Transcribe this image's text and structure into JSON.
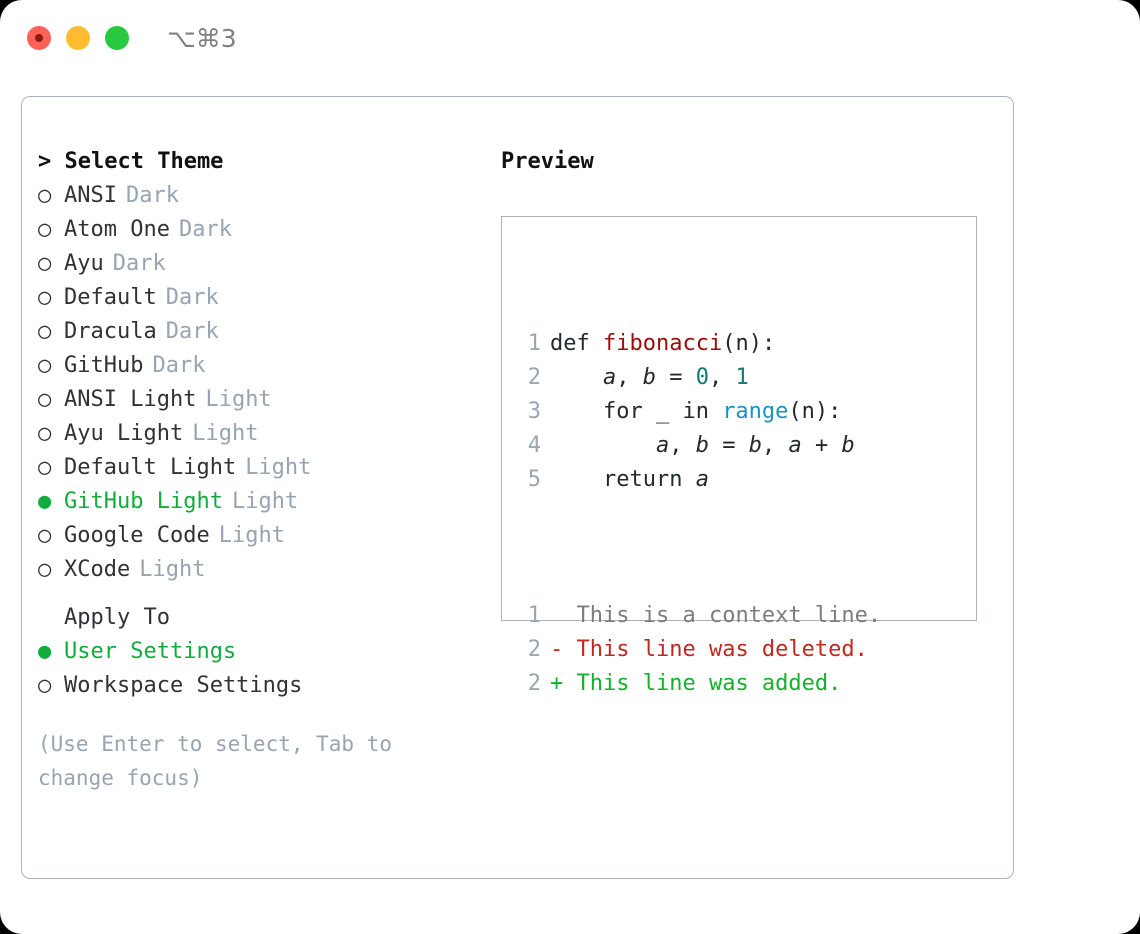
{
  "titlebar": {
    "shortcut": "⌥⌘3",
    "buttons": [
      {
        "name": "close",
        "color": "#ff6057"
      },
      {
        "name": "minimize",
        "color": "#febc2e"
      },
      {
        "name": "maximize",
        "color": "#28c840"
      }
    ]
  },
  "theme_picker": {
    "header": "> Select Theme",
    "marker_unselected": "○",
    "marker_selected": "●",
    "options": [
      {
        "label": "ANSI",
        "tag": "Dark",
        "selected": false
      },
      {
        "label": "Atom One",
        "tag": "Dark",
        "selected": false
      },
      {
        "label": "Ayu",
        "tag": "Dark",
        "selected": false
      },
      {
        "label": "Default",
        "tag": "Dark",
        "selected": false
      },
      {
        "label": "Dracula",
        "tag": "Dark",
        "selected": false
      },
      {
        "label": "GitHub",
        "tag": "Dark",
        "selected": false
      },
      {
        "label": "ANSI Light",
        "tag": "Light",
        "selected": false
      },
      {
        "label": "Ayu Light",
        "tag": "Light",
        "selected": false
      },
      {
        "label": "Default Light",
        "tag": "Light",
        "selected": false
      },
      {
        "label": "GitHub Light",
        "tag": "Light",
        "selected": true
      },
      {
        "label": "Google Code",
        "tag": "Light",
        "selected": false
      },
      {
        "label": "XCode",
        "tag": "Light",
        "selected": false
      }
    ]
  },
  "apply_to": {
    "header": "Apply To",
    "options": [
      {
        "label": "User Settings",
        "selected": true
      },
      {
        "label": "Workspace Settings",
        "selected": false
      }
    ]
  },
  "hint": "(Use Enter to select, Tab to change focus)",
  "preview": {
    "title": "Preview",
    "code_lines": [
      {
        "num": "1",
        "tokens": [
          {
            "text": "def ",
            "type": "plain"
          },
          {
            "text": "fibonacci",
            "type": "func"
          },
          {
            "text": "(n):",
            "type": "plain"
          }
        ]
      },
      {
        "num": "2",
        "tokens": [
          {
            "text": "    ",
            "type": "plain"
          },
          {
            "text": "a",
            "type": "var"
          },
          {
            "text": ", ",
            "type": "plain"
          },
          {
            "text": "b",
            "type": "var"
          },
          {
            "text": " = ",
            "type": "plain"
          },
          {
            "text": "0",
            "type": "num"
          },
          {
            "text": ", ",
            "type": "plain"
          },
          {
            "text": "1",
            "type": "num"
          }
        ]
      },
      {
        "num": "3",
        "tokens": [
          {
            "text": "    for _ in ",
            "type": "plain"
          },
          {
            "text": "range",
            "type": "call"
          },
          {
            "text": "(n):",
            "type": "plain"
          }
        ]
      },
      {
        "num": "4",
        "tokens": [
          {
            "text": "        ",
            "type": "plain"
          },
          {
            "text": "a",
            "type": "var"
          },
          {
            "text": ", ",
            "type": "plain"
          },
          {
            "text": "b",
            "type": "var"
          },
          {
            "text": " = ",
            "type": "plain"
          },
          {
            "text": "b",
            "type": "var"
          },
          {
            "text": ", ",
            "type": "plain"
          },
          {
            "text": "a",
            "type": "var"
          },
          {
            "text": " + ",
            "type": "plain"
          },
          {
            "text": "b",
            "type": "var"
          }
        ]
      },
      {
        "num": "5",
        "tokens": [
          {
            "text": "    return ",
            "type": "plain"
          },
          {
            "text": "a",
            "type": "var"
          }
        ]
      }
    ],
    "diff_lines": [
      {
        "num": "1",
        "sign": "  ",
        "text": "This is a context line.",
        "kind": "ctx"
      },
      {
        "num": "2",
        "sign": "- ",
        "text": "This line was deleted.",
        "kind": "del"
      },
      {
        "num": "2",
        "sign": "+ ",
        "text": "This line was added.",
        "kind": "add"
      }
    ]
  },
  "colors": {
    "accent_green": "#10ad3c",
    "muted": "#97a4b2",
    "border": "#a9b4c0",
    "func_red": "#9c0c0c",
    "number_teal": "#0d7a74",
    "call_blue": "#1a93c4",
    "diff_del": "#c2281e",
    "diff_add": "#12b22c"
  }
}
